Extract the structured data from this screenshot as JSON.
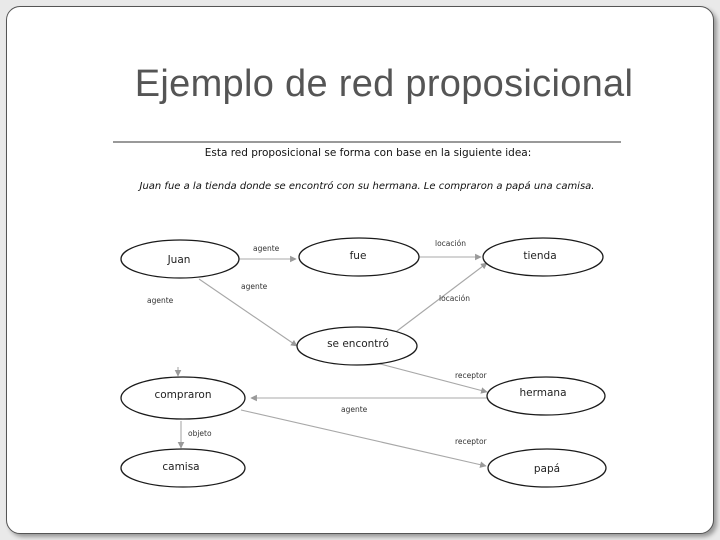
{
  "title": "Ejemplo de red proposicional",
  "intro": "Esta red proposicional se forma con base en la siguiente idea:",
  "sentence": "Juan fue a la tienda donde se encontró con su hermana. Le compraron a papá una camisa.",
  "nodes": {
    "juan": "Juan",
    "fue": "fue",
    "tienda": "tienda",
    "se_encontro": "se encontró",
    "compraron": "compraron",
    "hermana": "hermana",
    "camisa": "camisa",
    "papa": "papá"
  },
  "edge_labels": {
    "agente_juan_fue": "agente",
    "locacion_fue_tienda": "locación",
    "agente_juan_se_encontro": "agente",
    "agente_compraron": "agente",
    "locacion_se_encontro_tienda": "locación",
    "receptor_hermana": "receptor",
    "objeto": "objeto",
    "agente_hermana_compraron": "agente",
    "receptor_papa": "receptor"
  }
}
